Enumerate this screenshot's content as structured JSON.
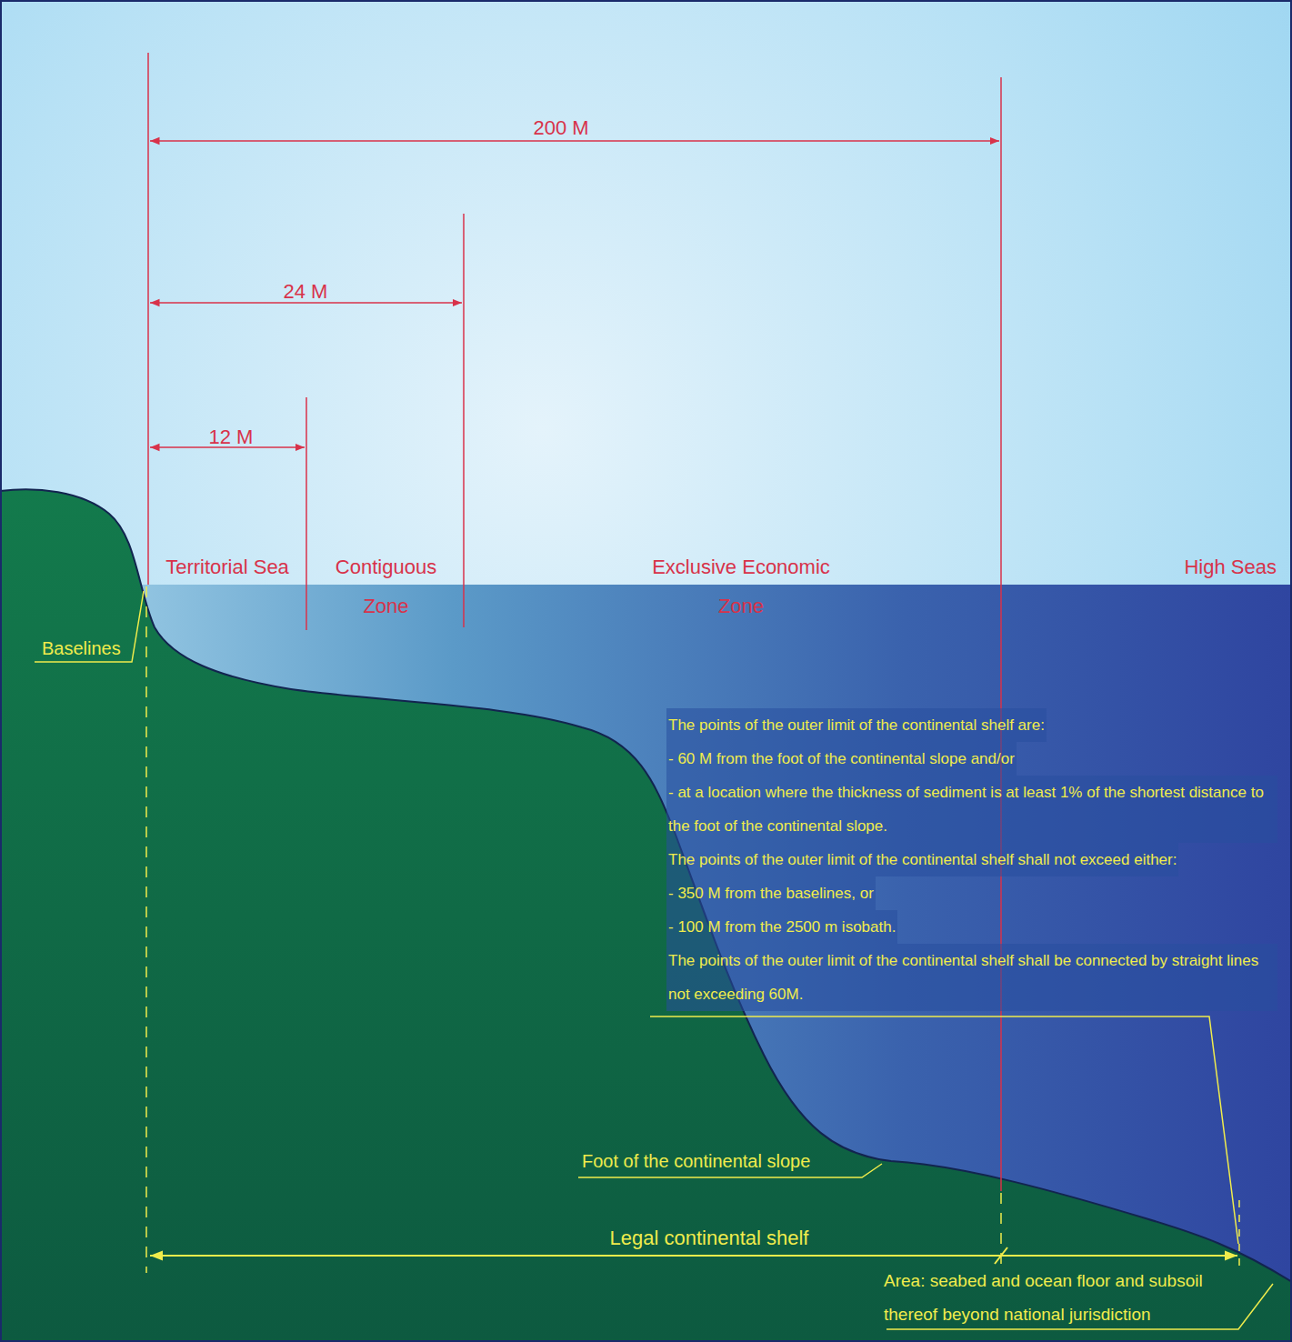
{
  "diagram": {
    "labels": [
      "200 M",
      "24 M",
      "12 M",
      "Territorial Sea",
      "Contiguous Zone",
      "Exclusive Economic Zone",
      "High Seas",
      "Baselines",
      "The points of the outer limit of the continental shelf are:",
      "- 60 M from the foot of the continental slope and/or",
      "- at a location where the thickness of sediment is at least 1% of the shortest distance to the foot of the continental slope.",
      "The points of the outer limit of the continental shelf shall not exceed either:",
      "- 350 M from the baselines, or",
      "- 100 M from the 2500 m isobath.",
      "The points of the outer limit of the continental shelf shall be connected by straight lines not exceeding 60M.",
      "Foot of the continental slope",
      "Legal continental shelf",
      "Area: seabed and ocean floor and subsoil thereof beyond national jurisdiction"
    ]
  }
}
